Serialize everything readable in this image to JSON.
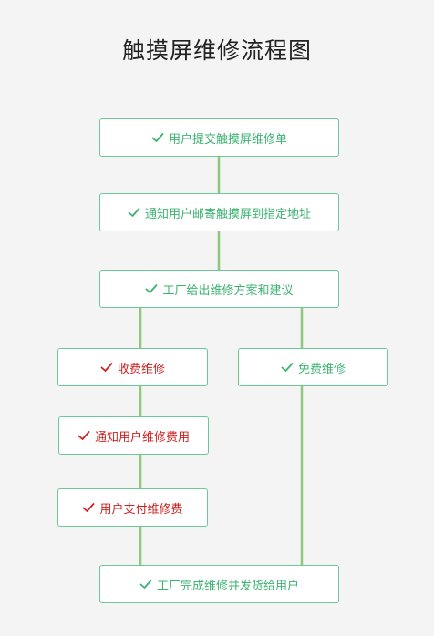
{
  "title": "触摸屏维修流程图",
  "colors": {
    "green": "#3cb372",
    "red": "#cf2020",
    "line": "#8cc97a",
    "border": "#6cc79a"
  },
  "nodes": [
    {
      "id": "n1",
      "label": "用户提交触摸屏维修单",
      "status": "green"
    },
    {
      "id": "n2",
      "label": "通知用户邮寄触摸屏到指定地址",
      "status": "green"
    },
    {
      "id": "n3",
      "label": "工厂给出维修方案和建议",
      "status": "green"
    },
    {
      "id": "n4",
      "label": "收费维修",
      "status": "red"
    },
    {
      "id": "n5",
      "label": "免费维修",
      "status": "green"
    },
    {
      "id": "n6",
      "label": "通知用户维修费用",
      "status": "red"
    },
    {
      "id": "n7",
      "label": "用户支付维修费",
      "status": "red"
    },
    {
      "id": "n8",
      "label": "工厂完成维修并发货给用户",
      "status": "green"
    }
  ],
  "edges": [
    {
      "from": "n1",
      "to": "n2"
    },
    {
      "from": "n2",
      "to": "n3"
    },
    {
      "from": "n3",
      "to": "n4"
    },
    {
      "from": "n3",
      "to": "n5"
    },
    {
      "from": "n4",
      "to": "n6"
    },
    {
      "from": "n6",
      "to": "n7"
    },
    {
      "from": "n7",
      "to": "n8"
    },
    {
      "from": "n5",
      "to": "n8"
    }
  ]
}
